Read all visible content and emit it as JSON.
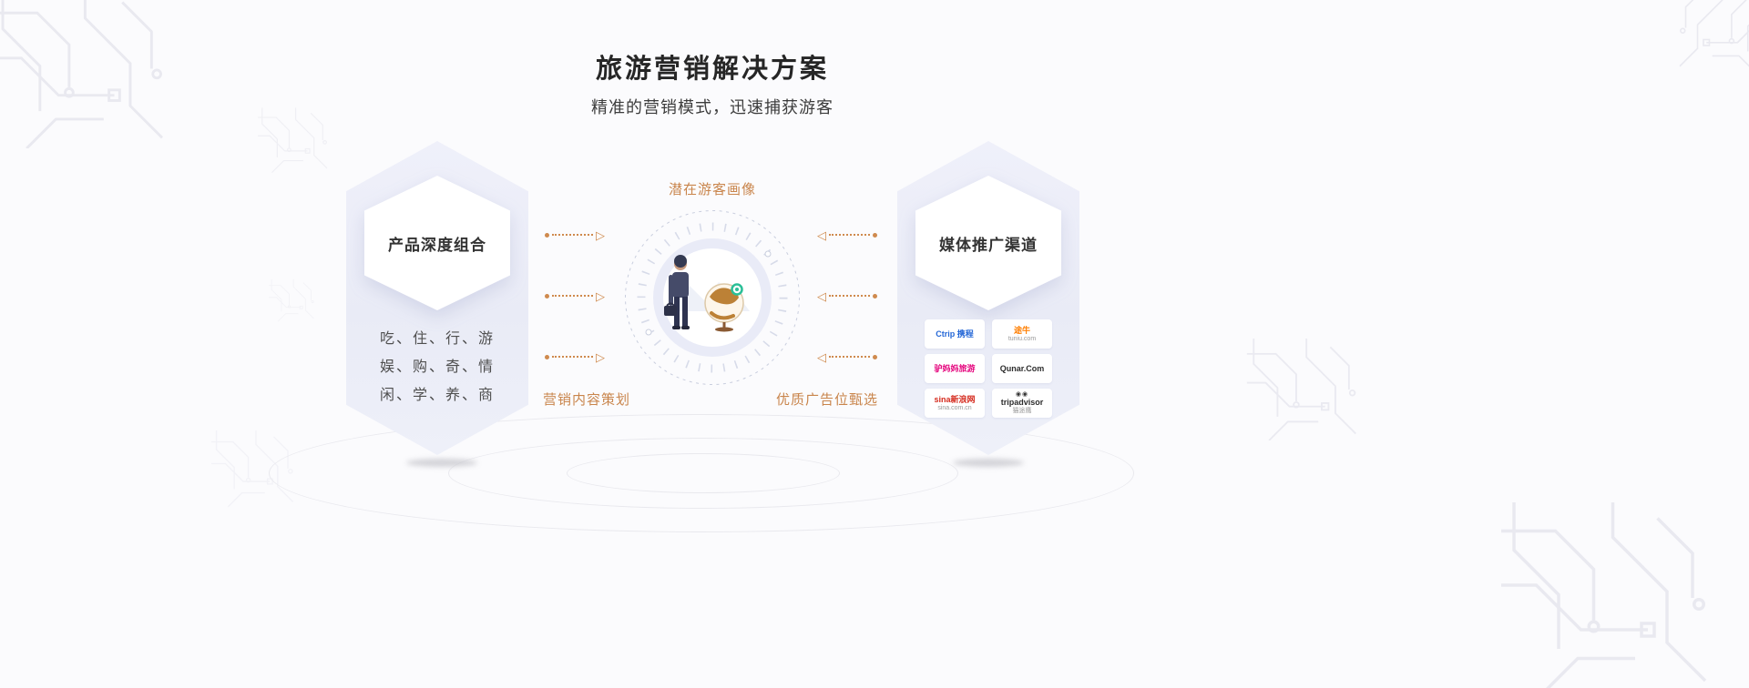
{
  "page": {
    "title": "旅游营销解决方案",
    "subtitle": "精准的营销模式，迅速捕获游客"
  },
  "left_card": {
    "title": "产品深度组合",
    "lines": [
      "吃、住、行、游",
      "娱、购、奇、情",
      "闲、学、养、商"
    ]
  },
  "hub": {
    "top_label": "潜在游客画像",
    "bottom_left_label": "营销内容策划",
    "bottom_right_label": "优质广告位甄选"
  },
  "right_card": {
    "title": "媒体推广渠道",
    "logos": [
      {
        "brand": "Ctrip 携程",
        "sub": "",
        "color": "#2467d6"
      },
      {
        "brand": "途牛",
        "sub": "tuniu.com",
        "color": "#ff7e00"
      },
      {
        "brand": "驴妈妈旅游",
        "sub": "",
        "color": "#e5067e"
      },
      {
        "brand": "Qunar.Com",
        "sub": "",
        "color": "#2d2d2d"
      },
      {
        "brand": "sina新浪网",
        "sub": "sina.com.cn",
        "color": "#d52b1e"
      },
      {
        "brand": "tripadvisor",
        "sub": "猫途鹰",
        "color": "#2d2d2d"
      }
    ]
  },
  "icons": {
    "arrow_right": "▷",
    "arrow_left": "◁",
    "owl_eyes": "◉◉"
  },
  "colors": {
    "accent": "#cf8a4e",
    "card_bg": "#ecedf7",
    "title": "#262626"
  }
}
